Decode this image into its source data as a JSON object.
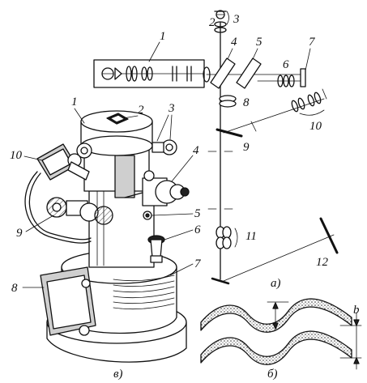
{
  "schematic": {
    "caption": "а)",
    "labels": [
      "1",
      "2",
      "3",
      "4",
      "5",
      "6",
      "7",
      "8",
      "9",
      "10",
      "11",
      "12"
    ]
  },
  "profile": {
    "caption": "б)",
    "dimension_label": "b"
  },
  "instrument": {
    "caption": "в)",
    "labels": [
      "1",
      "2",
      "3",
      "4",
      "5",
      "6",
      "7",
      "8",
      "9",
      "10"
    ]
  }
}
